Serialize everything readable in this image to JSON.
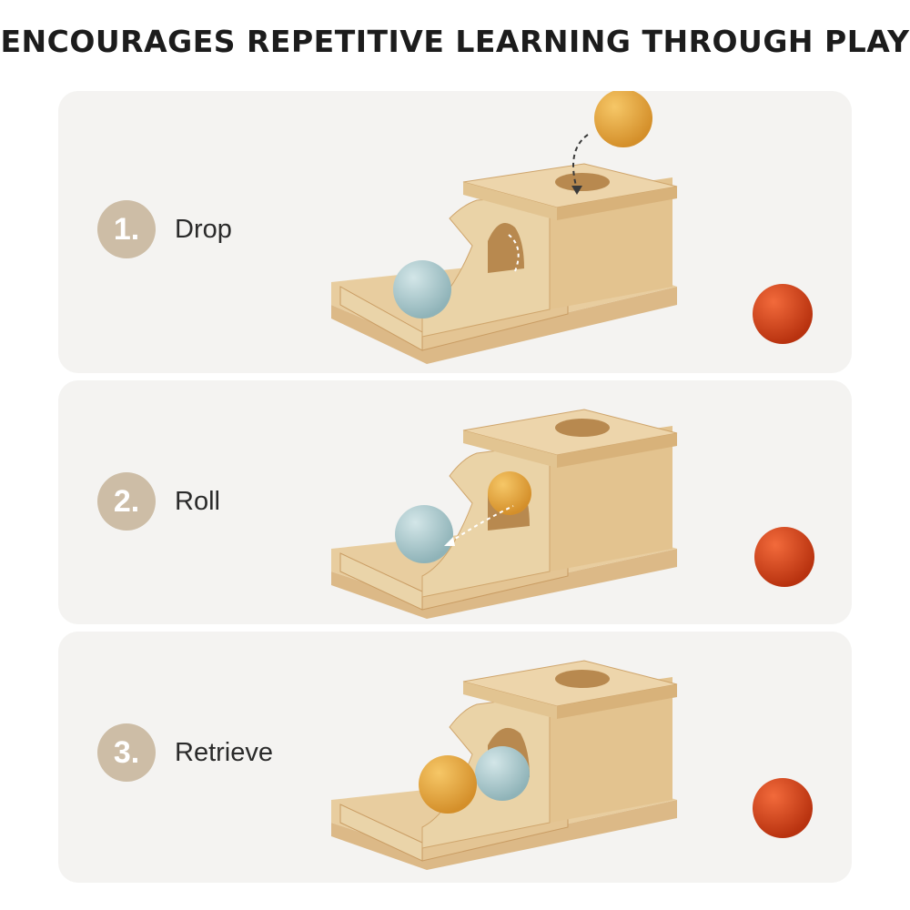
{
  "headline": "ENCOURAGES REPETITIVE LEARNING THROUGH PLAY",
  "steps": [
    {
      "number": "1.",
      "label": "Drop"
    },
    {
      "number": "2.",
      "label": "Roll"
    },
    {
      "number": "3.",
      "label": "Retrieve"
    }
  ],
  "colors": {
    "panel_bg": "#f4f3f1",
    "badge": "#cdbda6",
    "wood_light": "#e9cfa3",
    "wood_mid": "#ddbb85",
    "wood_dark": "#c99c63",
    "ball_yellow": "#e6a33d",
    "ball_blue": "#a9c8cc",
    "ball_red": "#d7421c"
  }
}
